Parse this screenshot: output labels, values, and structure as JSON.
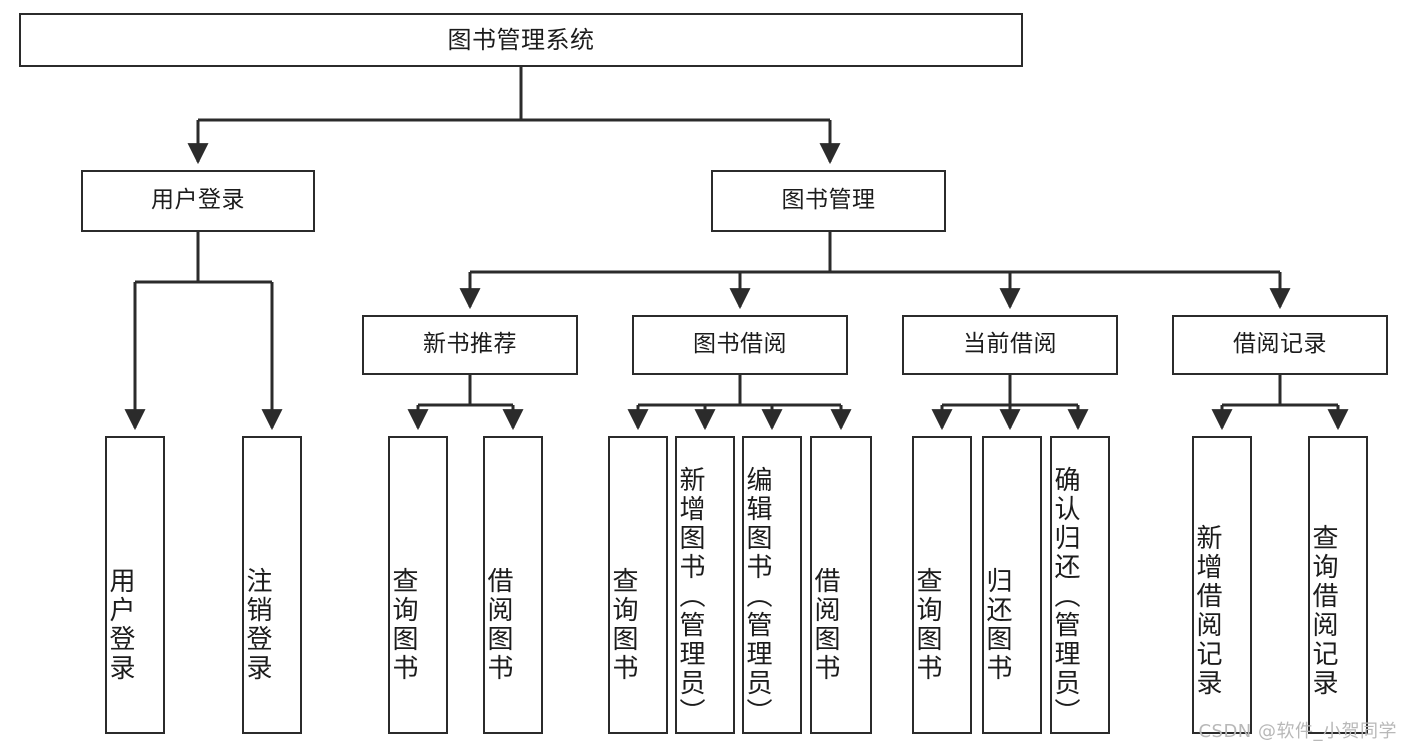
{
  "diagram": {
    "title": "图书管理系统",
    "watermark": "CSDN @软件_小贺同学",
    "edge_color": "#2b2b2b",
    "node_border_color": "#2b2b2b",
    "node_fill_color": "#ffffff",
    "background_color": "#ffffff",
    "levels": {
      "root": {
        "label": "图书管理系统"
      },
      "level2": [
        {
          "label": "用户登录"
        },
        {
          "label": "图书管理"
        }
      ],
      "level3": [
        {
          "label": "新书推荐"
        },
        {
          "label": "图书借阅"
        },
        {
          "label": "当前借阅"
        },
        {
          "label": "借阅记录"
        }
      ],
      "leaves": {
        "user_login": [
          {
            "label": "用户登录"
          },
          {
            "label": "注销登录"
          }
        ],
        "new_book_recommend": [
          {
            "label": "查询图书"
          },
          {
            "label": "借阅图书"
          }
        ],
        "book_borrow": [
          {
            "label": "查询图书"
          },
          {
            "label": "新增图书（管理员）"
          },
          {
            "label": "编辑图书（管理员）"
          },
          {
            "label": "借阅图书"
          }
        ],
        "current_borrow": [
          {
            "label": "查询图书"
          },
          {
            "label": "归还图书"
          },
          {
            "label": "确认归还（管理员）"
          }
        ],
        "borrow_record": [
          {
            "label": "新增借阅记录"
          },
          {
            "label": "查询借阅记录"
          }
        ]
      }
    }
  }
}
